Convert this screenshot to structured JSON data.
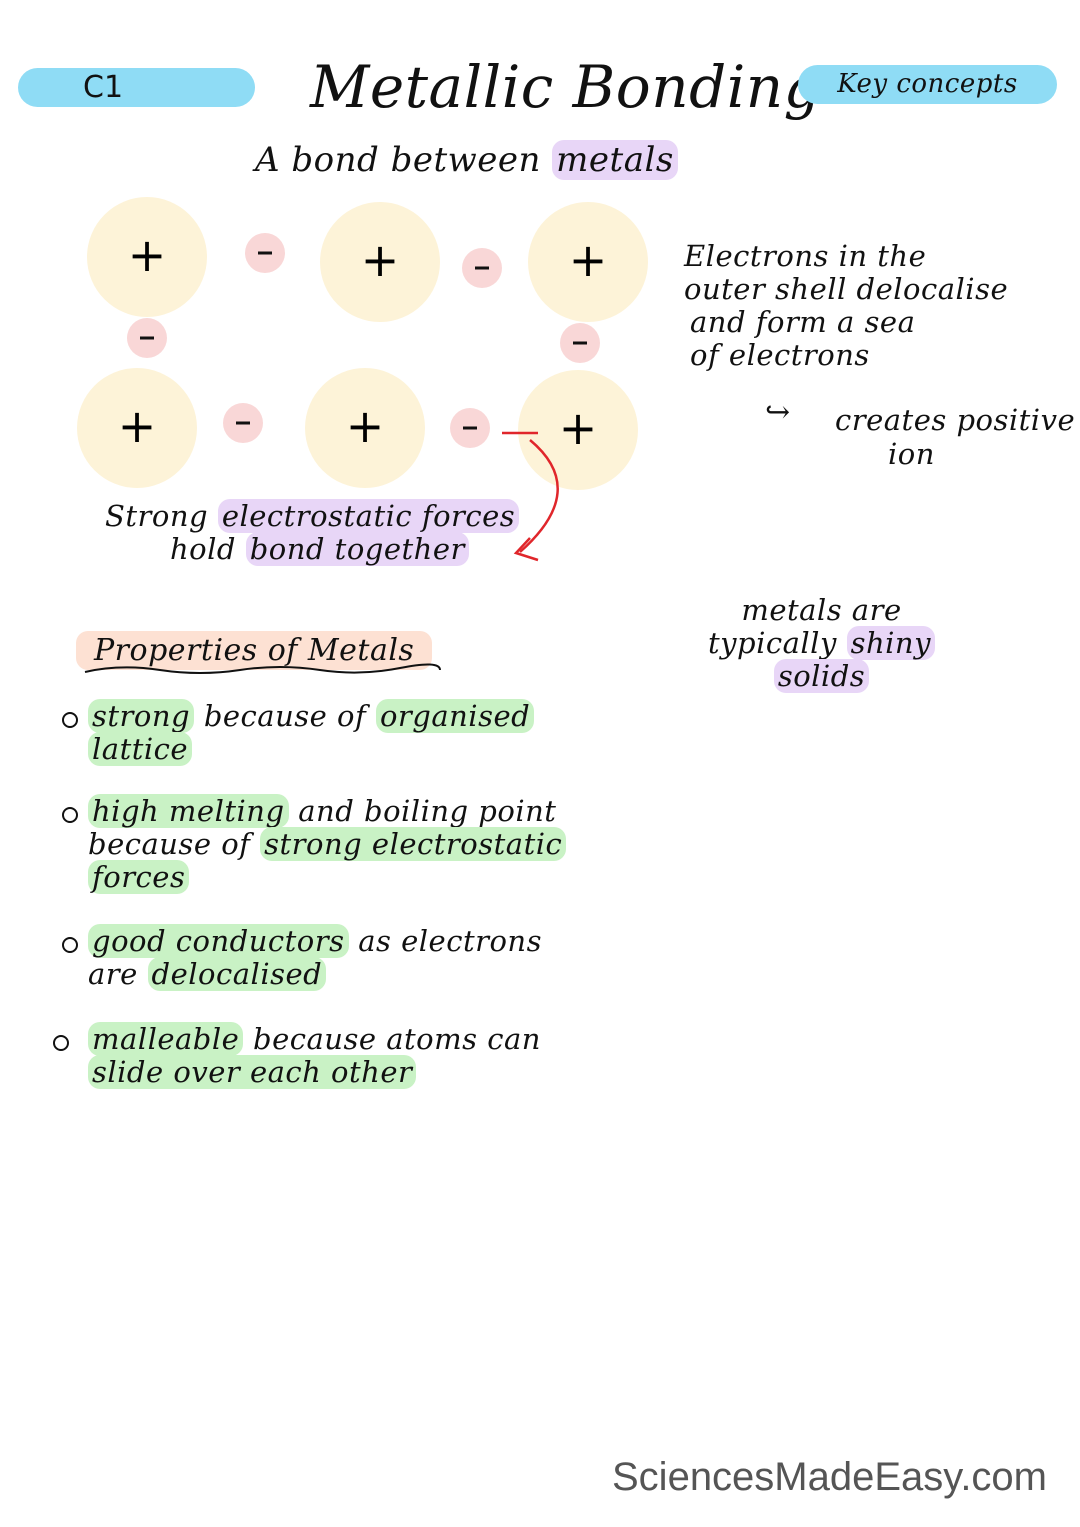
{
  "header": {
    "topic_badge": "C1",
    "title": "Metallic Bonding",
    "category_badge": "Key concepts",
    "subtitle": [
      {
        "text": "A bond between "
      },
      {
        "text": "metals",
        "hl": "purple"
      }
    ]
  },
  "colors": {
    "badge": "#8fdcf5",
    "positive_ion": "#fdf3d8",
    "electron": "#f9d7d7",
    "arrow": "#e0262b",
    "highlight_green": "#c9f2c5",
    "highlight_purple": "#e8d6f7",
    "highlight_peach": "#fde1d3"
  },
  "diagram": {
    "ion_symbol": "+",
    "electron_symbol": "-",
    "forces_label": [
      [
        {
          "text": "Strong "
        },
        {
          "text": "electrostatic forces",
          "hl": "purple"
        }
      ],
      [
        {
          "text": "hold "
        },
        {
          "text": "bond together",
          "hl": "purple"
        }
      ]
    ]
  },
  "side_note": {
    "lines": [
      "Electrons in the",
      "outer shell delocalise",
      "and form a sea",
      "of electrons"
    ],
    "arrow_icon": "curved-arrow-right",
    "result_lines": [
      "creates positive",
      "ion"
    ]
  },
  "shiny_note": [
    [
      {
        "text": "metals are"
      }
    ],
    [
      {
        "text": "typically "
      },
      {
        "text": "shiny",
        "hl": "purple"
      }
    ],
    [
      {
        "text": "solids",
        "hl": "purple"
      }
    ]
  ],
  "properties": {
    "heading": "Properties of Metals",
    "items": [
      [
        [
          {
            "text": "strong",
            "hl": "green"
          },
          {
            "text": " because of "
          },
          {
            "text": "organised",
            "hl": "green"
          }
        ],
        [
          {
            "text": "lattice",
            "hl": "green"
          }
        ]
      ],
      [
        [
          {
            "text": "high melting",
            "hl": "green"
          },
          {
            "text": " and boiling point"
          }
        ],
        [
          {
            "text": "because of "
          },
          {
            "text": "strong electrostatic",
            "hl": "green"
          }
        ],
        [
          {
            "text": "forces",
            "hl": "green"
          }
        ]
      ],
      [
        [
          {
            "text": "good conductors",
            "hl": "green"
          },
          {
            "text": " as electrons"
          }
        ],
        [
          {
            "text": " are "
          },
          {
            "text": "delocalised",
            "hl": "green"
          }
        ]
      ],
      [
        [
          {
            "text": "malleable",
            "hl": "green"
          },
          {
            "text": " because atoms can"
          }
        ],
        [
          {
            "text": "slide over each other",
            "hl": "green"
          }
        ]
      ]
    ]
  },
  "footer": {
    "watermark": "SciencesMadeEasy.com"
  }
}
